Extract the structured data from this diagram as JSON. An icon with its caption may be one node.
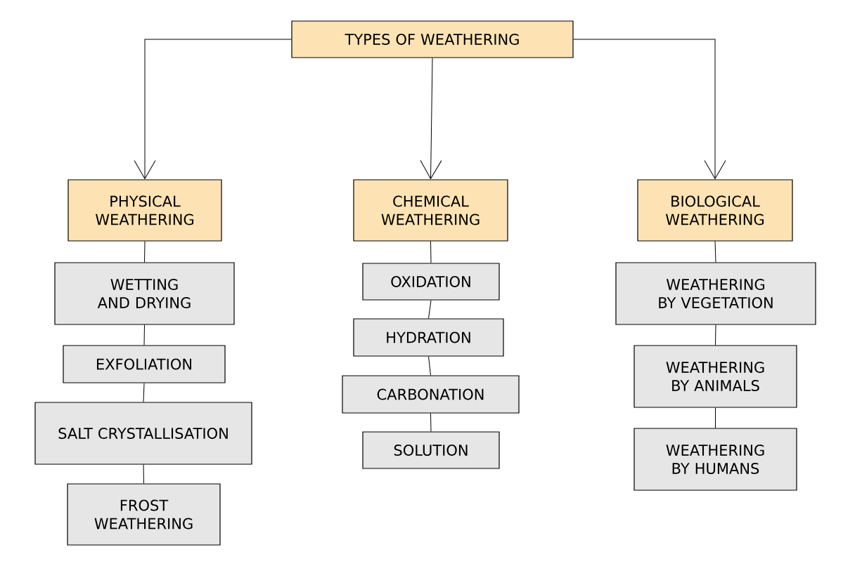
{
  "diagram": {
    "nodes": [
      {
        "text": [
          "TYPES OF WEATHERING"
        ]
      },
      {
        "text": [
          "PHYSICAL WEATHERING"
        ]
      },
      {
        "text": [
          "CHEMICAL WEATHERING"
        ]
      },
      {
        "text": [
          "BIOLOGICAL WEATHERING"
        ]
      },
      {
        "text": [
          "WETTING AND DRYING"
        ]
      },
      {
        "text": [
          "EXFOLIATION"
        ]
      },
      {
        "text": [
          "SALT CRYSTALLISATION"
        ]
      },
      {
        "text": [
          "FROST WEATHERING"
        ]
      },
      {
        "text": [
          "OXIDATION"
        ]
      },
      {
        "text": [
          "HYDRATION"
        ]
      },
      {
        "text": [
          "CARBONATION"
        ]
      },
      {
        "text": [
          "SOLUTION"
        ]
      },
      {
        "text": [
          "WEATHERING BY VEGETATION"
        ]
      },
      {
        "text": [
          "WEATHERING BY ANIMALS"
        ]
      },
      {
        "text": [
          "WEATHERING BY HUMANS"
        ]
      }
    ],
    "edges": [
      {
        "from": 0,
        "to": 1,
        "arrow": "to"
      },
      {
        "from": 0,
        "to": 2,
        "arrow": "to"
      },
      {
        "from": 0,
        "to": 3,
        "arrow": "to"
      },
      {
        "from": 1,
        "to": 4,
        "arrow": "none"
      },
      {
        "from": 4,
        "to": 5,
        "arrow": "none"
      },
      {
        "from": 5,
        "to": 6,
        "arrow": "none"
      },
      {
        "from": 6,
        "to": 7,
        "arrow": "none"
      },
      {
        "from": 2,
        "to": 8,
        "arrow": "none"
      },
      {
        "from": 8,
        "to": 9,
        "arrow": "none"
      },
      {
        "from": 9,
        "to": 10,
        "arrow": "none"
      },
      {
        "from": 10,
        "to": 11,
        "arrow": "none"
      },
      {
        "from": 3,
        "to": 12,
        "arrow": "none"
      },
      {
        "from": 12,
        "to": 13,
        "arrow": "none"
      },
      {
        "from": 13,
        "to": 14,
        "arrow": "none"
      }
    ]
  }
}
